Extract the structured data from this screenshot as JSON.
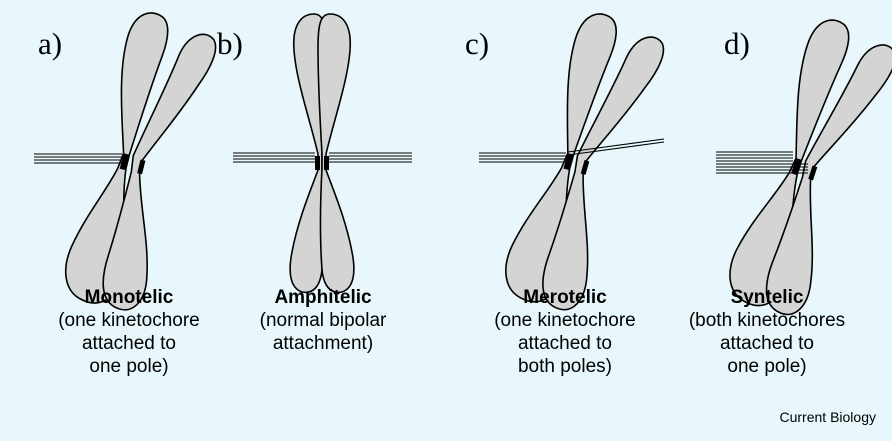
{
  "panels": [
    {
      "letter": "a)",
      "title": "Monotelic",
      "lines": [
        "(one kinetochore",
        "attached to",
        "one  pole)"
      ]
    },
    {
      "letter": "b)",
      "title": "Amphitelic",
      "lines": [
        "(normal bipolar",
        "attachment)"
      ]
    },
    {
      "letter": "c)",
      "title": "Merotelic",
      "lines": [
        "(one kinetochore",
        "attached to",
        "both poles)"
      ]
    },
    {
      "letter": "d)",
      "title": "Syntelic",
      "lines": [
        "(both kinetochores",
        "attached to",
        "one pole)"
      ]
    }
  ],
  "credit": "Current Biology",
  "colors": {
    "background": "#e7f7fb",
    "chromosome_fill": "#d4d4d4",
    "outline": "#000000"
  }
}
